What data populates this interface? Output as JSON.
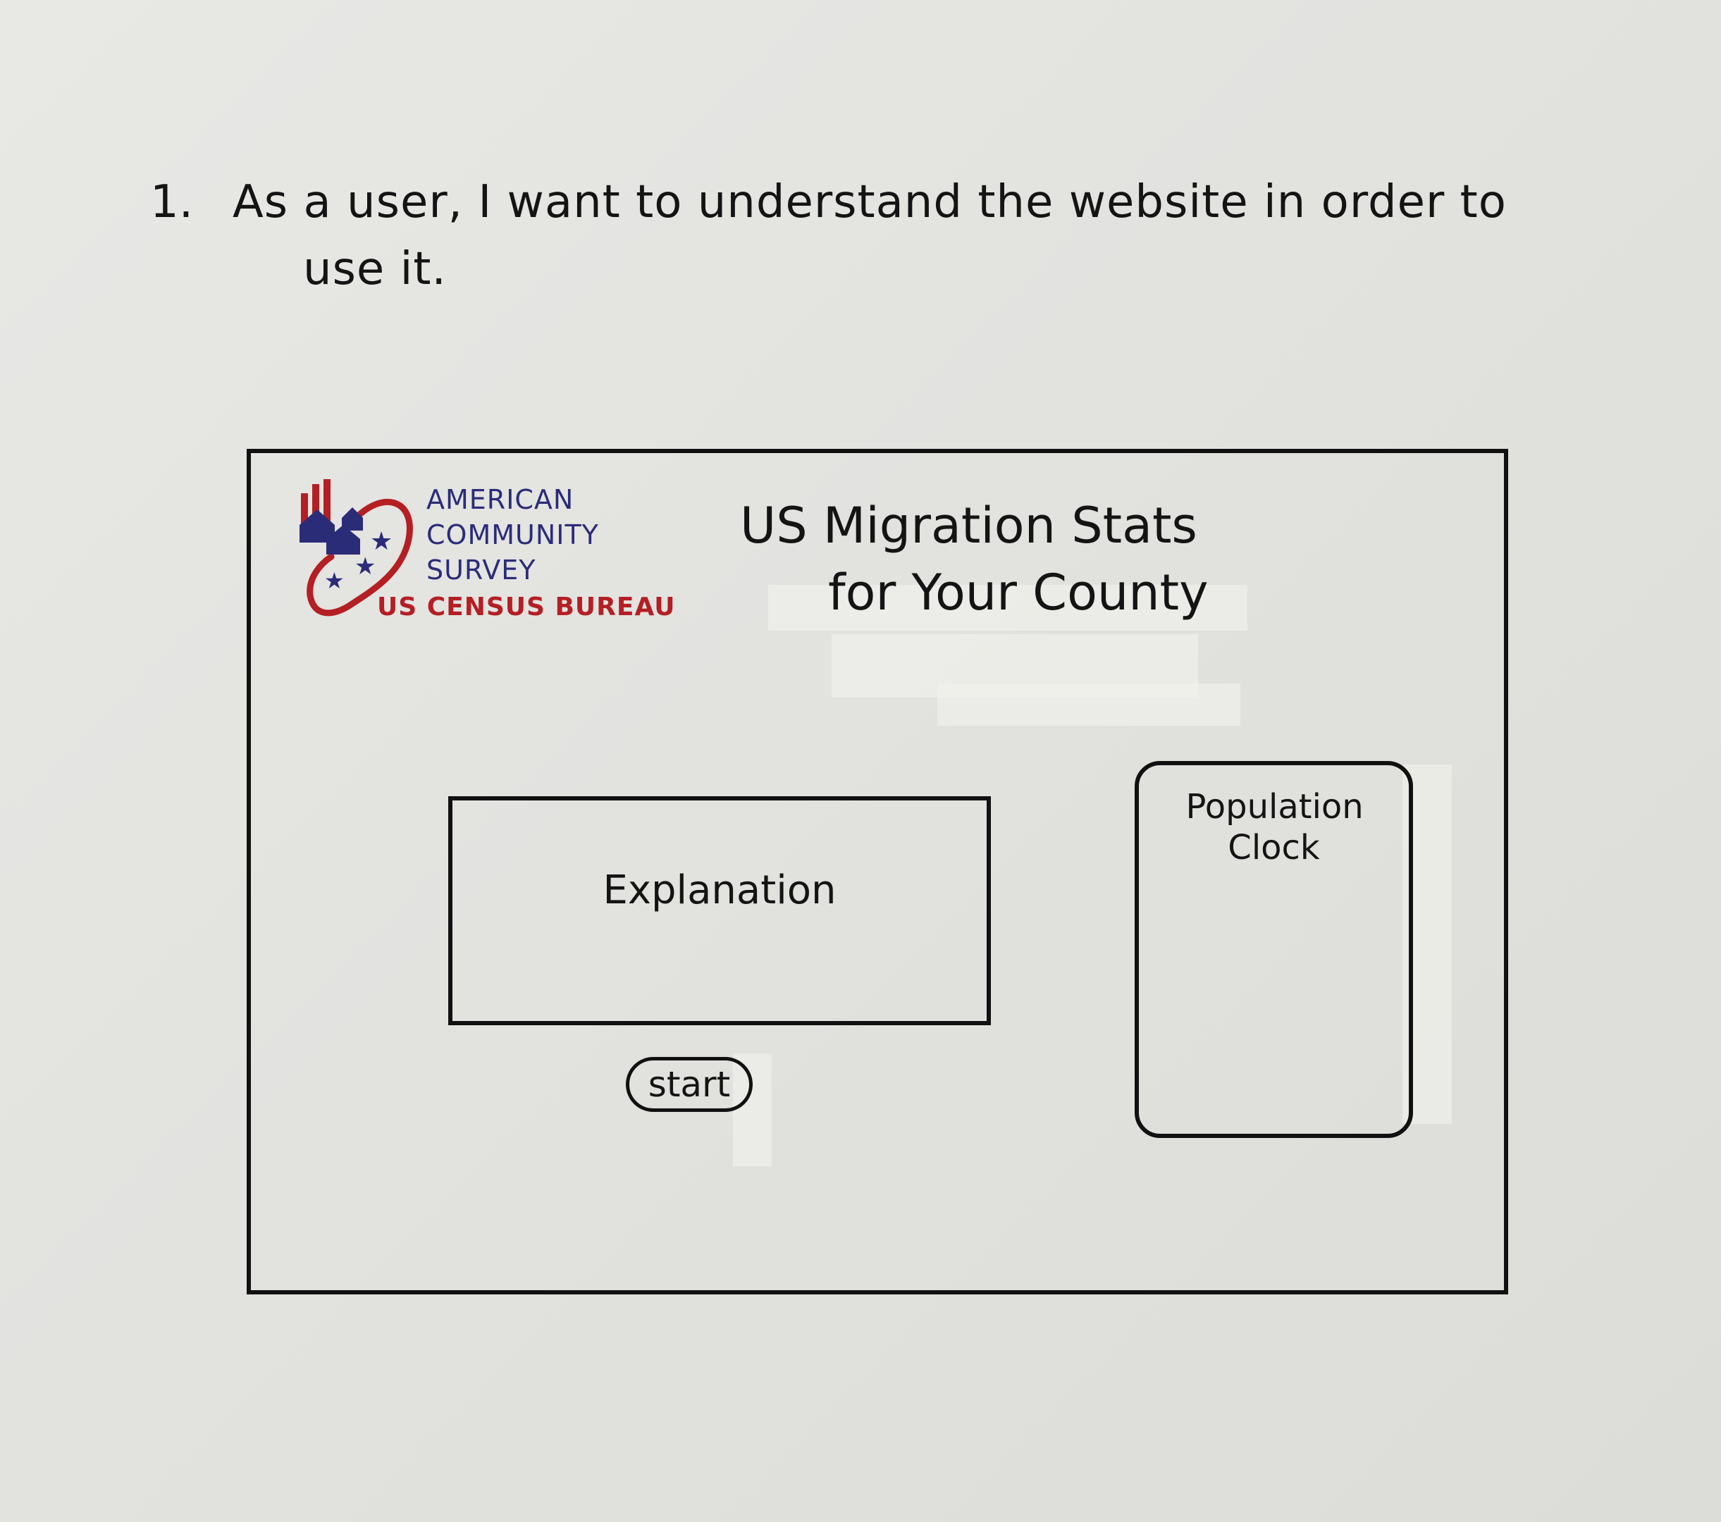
{
  "story": {
    "number": "1.",
    "text_line1": "As a user, I want to understand the website in order to",
    "text_line2": "use it."
  },
  "header": {
    "logo": {
      "line1": "AMERICAN",
      "line2": "COMMUNITY",
      "line3": "SURVEY",
      "line4": "US CENSUS BUREAU"
    },
    "title_line1": "US Migration Stats",
    "title_line2": "for Your County"
  },
  "main": {
    "explanation_label": "Explanation",
    "start_label": "start",
    "population_clock_label": "Population Clock"
  },
  "colors": {
    "ink": "#141414",
    "logo_blue": "#2b2c78",
    "logo_red": "#b41f24",
    "paper": "#e4e4e1"
  }
}
